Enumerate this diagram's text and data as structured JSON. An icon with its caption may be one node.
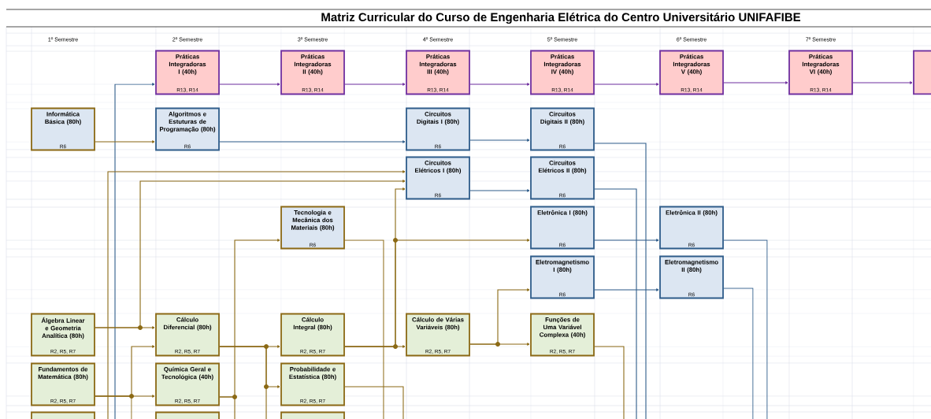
{
  "diagram": {
    "title": "Matriz Curricular do Curso de Engenharia Elétrica do Centro Universitário UNIFAFIBE",
    "nodes": [
      {
        "text": [
          "Práticas Integradoras I (40h)",
          "R13, R14"
        ]
      },
      {
        "text": [
          "Práticas Integradoras II (40h)",
          "R13, R14"
        ]
      },
      {
        "text": [
          "Práticas Integradoras III (40h)",
          "R13, R14"
        ]
      },
      {
        "text": [
          "Práticas Integradoras IV (40h)",
          "R13, R14"
        ]
      },
      {
        "text": [
          "Práticas Integradoras V (40h)",
          "R13, R14"
        ]
      },
      {
        "text": [
          "Práticas Integradoras VI (40h)",
          "R13, R14"
        ]
      },
      {
        "text": [],
        "shape": "box"
      },
      {
        "text": [
          "Informática Básica (80h)",
          "R6"
        ]
      },
      {
        "text": [
          "Algoritmos e Estuturas de Programação (80h)",
          "R6"
        ]
      },
      {
        "text": [
          "Circuitos Digitais I (80h)",
          "R6"
        ]
      },
      {
        "text": [
          "Circuitos Digitais II (80h)",
          "R6"
        ]
      },
      {
        "text": [
          "Circuitos Elétricos I (80h)",
          "R6"
        ]
      },
      {
        "text": [
          "Circuitos Elétricos II (80h)",
          "R6"
        ]
      },
      {
        "text": [
          "Tecnologia e Mecânica dos Materiais (80h)",
          "R6"
        ]
      },
      {
        "text": [
          "Eletrônica I (80h)",
          "R6"
        ]
      },
      {
        "text": [
          "Eletrônica II (80h)",
          "R6"
        ]
      },
      {
        "text": [
          "Eletromagnetismo I (80h)",
          "R6"
        ]
      },
      {
        "text": [
          "Eletromagnetismo II (80h)",
          "R6"
        ]
      },
      {
        "text": [
          "Álgebra Linear e Geometria Analítica (80h)",
          "R2, R5, R7"
        ]
      },
      {
        "text": [
          "Cálculo Diferencial (80h)",
          "R2, R5, R7"
        ]
      },
      {
        "text": [
          "Cálculo Integral (80h)",
          "R2, R5, R7"
        ]
      },
      {
        "text": [
          "Cálculo de Várias Variáveis (80h)",
          "R2, R5, R7"
        ]
      },
      {
        "text": [
          "Funções de Uma Variável Complexa (40h)",
          "R2, R5, R7"
        ]
      },
      {
        "text": [
          "Fundamentos de Matemática (80h)",
          "R2, R5, R7"
        ]
      },
      {
        "text": [
          "Química Geral e Tecnológica (40h)",
          "R2, R5, R7"
        ]
      },
      {
        "text": [
          "Probabilidade e Estatística (80h)",
          "R2, R5, R7"
        ]
      },
      {
        "text": [],
        "shape": "box"
      },
      {
        "text": [],
        "shape": "box"
      },
      {
        "text": [],
        "shape": "box"
      }
    ],
    "edges": [
      {
        "from": 0,
        "to": 1,
        "arrow": "to",
        "color": "#7030a0"
      },
      {
        "from": 1,
        "to": 2,
        "arrow": "to",
        "color": "#7030a0"
      },
      {
        "from": 2,
        "to": 3,
        "arrow": "to",
        "color": "#7030a0"
      },
      {
        "from": 3,
        "to": 4,
        "arrow": "to",
        "color": "#7030a0"
      },
      {
        "from": 4,
        "to": 5,
        "arrow": "to",
        "color": "#7030a0"
      },
      {
        "from": 5,
        "to": 6,
        "arrow": "to",
        "color": "#7030a0"
      },
      {
        "from": null,
        "to": 0,
        "arrow": "to",
        "color": "#2e5c8a"
      },
      {
        "from": 7,
        "to": 8,
        "arrow": "to"
      },
      {
        "from": 8,
        "to": 9,
        "arrow": "to",
        "color": "#2e5c8a"
      },
      {
        "from": 9,
        "to": 10,
        "arrow": "to",
        "color": "#2e5c8a"
      },
      {
        "from": 10,
        "to": null,
        "arrow": "none",
        "color": "#2e5c8a"
      },
      {
        "from": 11,
        "to": 12,
        "arrow": "to",
        "color": "#2e5c8a"
      },
      {
        "from": 12,
        "to": null,
        "arrow": "none",
        "color": "#2e5c8a"
      },
      {
        "from": null,
        "to": 11,
        "arrow": "to"
      },
      {
        "from": 18,
        "to": 11,
        "arrow": "to"
      },
      {
        "from": 18,
        "to": 19,
        "arrow": "to"
      },
      {
        "from": 23,
        "to": 19,
        "arrow": "to"
      },
      {
        "from": 23,
        "to": 24,
        "arrow": "to"
      },
      {
        "from": 23,
        "to": null,
        "arrow": "none"
      },
      {
        "from": 24,
        "to": 13,
        "arrow": "to"
      },
      {
        "from": 24,
        "to": null,
        "arrow": "none"
      },
      {
        "from": 19,
        "to": 20,
        "arrow": "to"
      },
      {
        "from": 19,
        "to": 25,
        "arrow": "to"
      },
      {
        "from": 19,
        "to": null,
        "arrow": "none"
      },
      {
        "from": 13,
        "to": null,
        "arrow": "none"
      },
      {
        "from": 20,
        "to": 21,
        "arrow": "to"
      },
      {
        "from": 20,
        "to": 14,
        "arrow": "to"
      },
      {
        "from": 20,
        "to": 11,
        "arrow": "to"
      },
      {
        "from": 25,
        "to": null,
        "arrow": "none"
      },
      {
        "from": 21,
        "to": 22,
        "arrow": "to"
      },
      {
        "from": 21,
        "to": 16,
        "arrow": "to"
      },
      {
        "from": 22,
        "to": null,
        "arrow": "none"
      },
      {
        "from": 14,
        "to": 15,
        "arrow": "to",
        "color": "#2e5c8a"
      },
      {
        "from": 16,
        "to": 17,
        "arrow": "to",
        "color": "#2e5c8a"
      },
      {
        "from": 15,
        "to": null,
        "arrow": "none",
        "color": "#2e5c8a"
      },
      {
        "from": 17,
        "to": null,
        "arrow": "none",
        "color": "#2e5c8a"
      }
    ],
    "labels": [
      "1º Semestre",
      "2º Semestre",
      "3º Semestre",
      "4º Semestre",
      "5º Semestre",
      "6º Semestre",
      "7º Semestre"
    ]
  }
}
